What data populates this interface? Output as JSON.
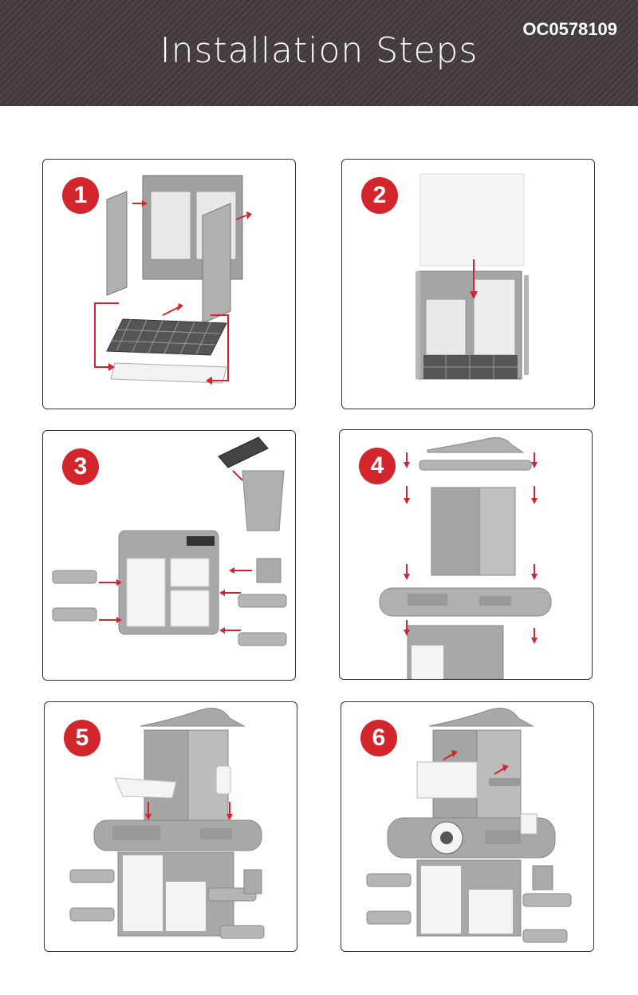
{
  "header": {
    "title": "Installation Steps",
    "product_code": "OC0578109"
  },
  "steps": [
    {
      "number": "1"
    },
    {
      "number": "2"
    },
    {
      "number": "3"
    },
    {
      "number": "4"
    },
    {
      "number": "5"
    },
    {
      "number": "6"
    }
  ],
  "colors": {
    "accent_red": "#d3262c",
    "header_bg": "#453d3f",
    "part_gray": "#9b9b9b",
    "part_white": "#f4f4f4"
  }
}
